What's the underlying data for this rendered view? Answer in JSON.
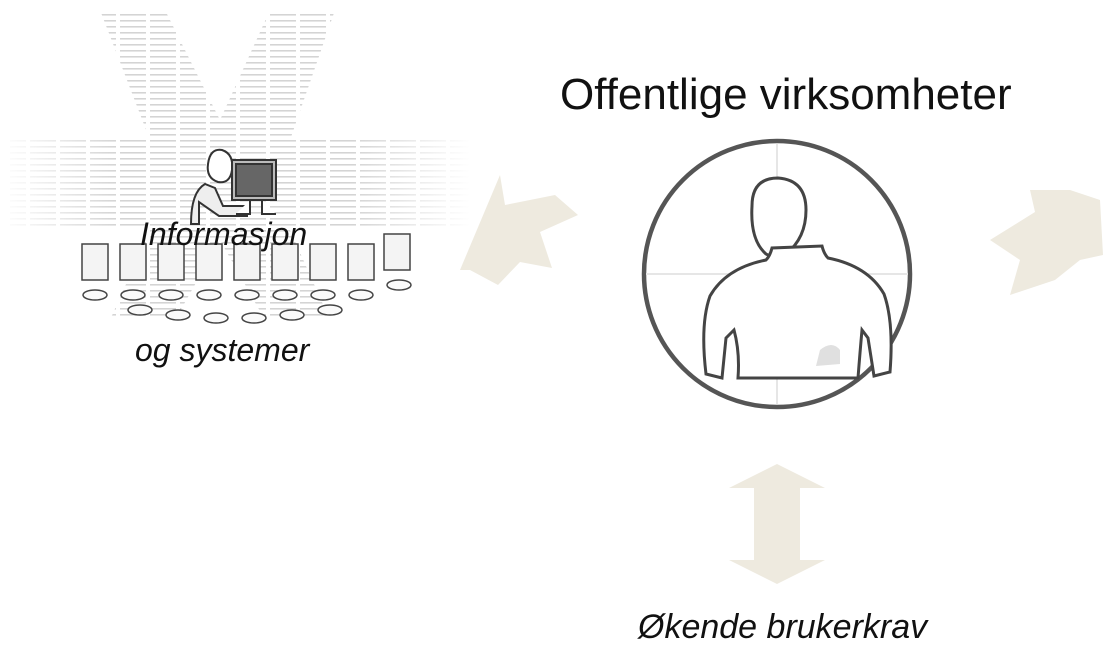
{
  "title": "Offentlige virksomheter",
  "left_cluster": {
    "label_top": "Informasjon",
    "label_bottom": "og systemer"
  },
  "bottom_label": "Økende brukerkrav",
  "colors": {
    "arrow": "#eeeadf",
    "circle_stroke": "#555555",
    "text": "#111111",
    "watermark": "#d8d8d8"
  },
  "icons": [
    "person-at-computer-icon",
    "documents-database-icon",
    "user-avatar-icon"
  ]
}
